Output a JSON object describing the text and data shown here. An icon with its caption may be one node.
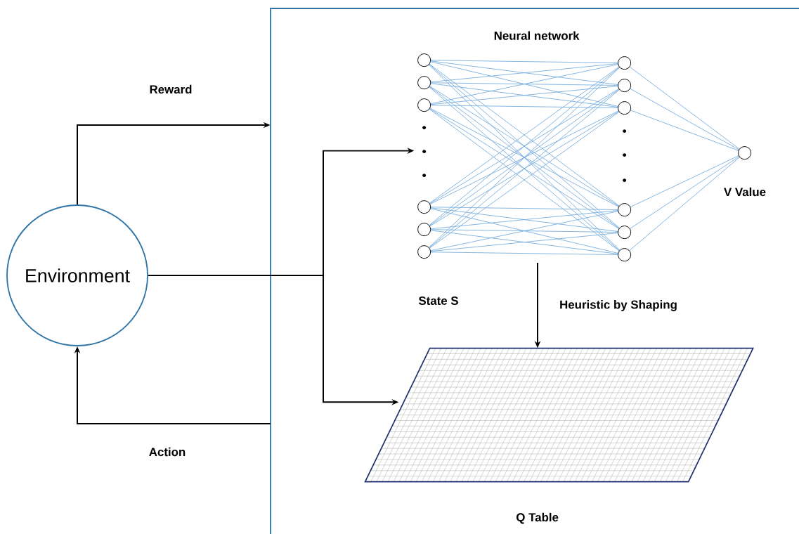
{
  "diagram": {
    "nodes": [
      {
        "text": [
          "Environment"
        ]
      },
      {
        "text": [],
        "shape": "box"
      },
      {
        "text": [
          "Neural network"
        ],
        "in": 1
      },
      {
        "text": [
          "Q Table"
        ],
        "in": 1
      }
    ],
    "edges": [
      {
        "from": 0,
        "to": 1,
        "arrow": "to",
        "label": "Reward"
      },
      {
        "from": 1,
        "to": 0,
        "arrow": "to",
        "label": "Action"
      },
      {
        "from": 0,
        "to": 2,
        "arrow": "to"
      },
      {
        "from": 0,
        "to": 3,
        "arrow": "to"
      },
      {
        "from": 2,
        "to": 3,
        "arrow": "to",
        "label": "Heuristic by Shaping"
      }
    ],
    "labels": [
      "State S",
      "V Value"
    ]
  }
}
